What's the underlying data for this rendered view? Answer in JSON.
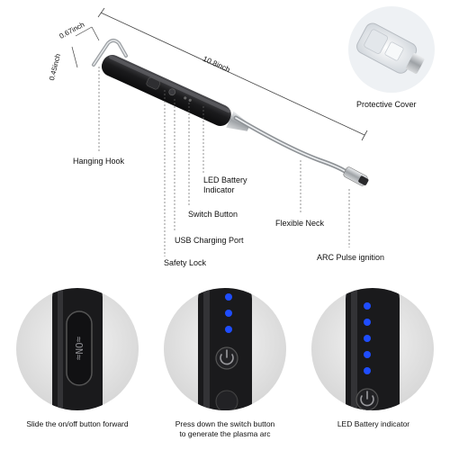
{
  "dimensions": {
    "height": "0.67inch",
    "width": "0.45inch",
    "length": "10.8inch"
  },
  "callouts": {
    "protective_cover": "Protective Cover",
    "hanging_hook": "Hanging Hook",
    "led_battery_indicator_line1": "LED Battery",
    "led_battery_indicator_line2": "Indicator",
    "switch_button": "Switch Button",
    "flexible_neck": "Flexible Neck",
    "usb_charging_port": "USB Charging Port",
    "arc_pulse_ignition": "ARC Pulse ignition",
    "safety_lock": "Safety Lock"
  },
  "details": [
    {
      "caption_line1": "Slide the on/off button forward",
      "caption_line2": ""
    },
    {
      "caption_line1": "Press down the switch button",
      "caption_line2": "to generate the plasma arc"
    },
    {
      "caption_line1": "LED Battery indicator",
      "caption_line2": ""
    }
  ],
  "colors": {
    "body": "#1e1e20",
    "metal": "#b9bcc0",
    "led": "#1f4dff",
    "dashed_line": "#555555"
  },
  "icons": [
    "power-icon",
    "hook-icon"
  ]
}
